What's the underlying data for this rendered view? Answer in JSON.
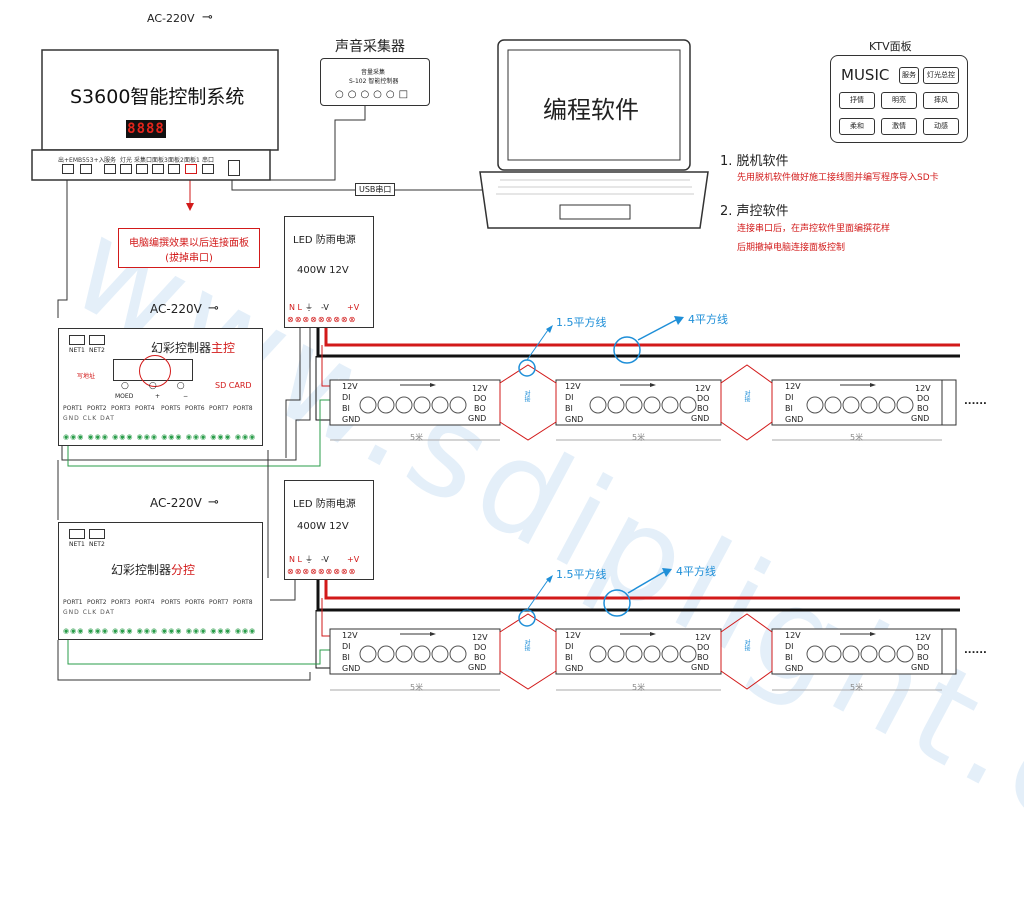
{
  "watermark": "www.sdiplight.cn",
  "main_system": {
    "power": "AC-220V",
    "title": "S3600智能控制系统",
    "display": "8888",
    "ports": [
      "出+EMB553+入",
      "服务",
      "灯光",
      "采集口",
      "面板3",
      "面板2",
      "面板1",
      "串口"
    ]
  },
  "sound": {
    "title": "声音采集器",
    "device_label": "音量采集",
    "device_model": "S-102 智能控制器"
  },
  "software": {
    "screen_text": "编程软件",
    "usb_label": "USB串口"
  },
  "ktv": {
    "title": "KTV面板",
    "music": "MUSIC",
    "buttons": [
      "服务",
      "灯光总控",
      "抒情",
      "明亮",
      "摔风",
      "柔和",
      "激情",
      "动感"
    ]
  },
  "notes": {
    "n1_title": "1. 脱机软件",
    "n1_text": "先用脱机软件做好施工接线图并编写程序导入SD卡",
    "n2_title": "2. 声控软件",
    "n2_text1": "连接串口后，在声控软件里面编撰花样",
    "n2_text2": "后期撤掉电脑连接面板控制"
  },
  "callout": {
    "line1": "电脑编撰效果以后连接面板",
    "line2": "(拔掉串口)"
  },
  "controller_main": {
    "power": "AC-220V",
    "title_prefix": "幻彩控制器",
    "title_suffix": "主控",
    "net1": "NET1",
    "net2": "NET2",
    "addr_label": "写地址",
    "moed": "MOED",
    "plus": "+",
    "minus": "−",
    "sdcard": "SD CARD"
  },
  "controller_sub": {
    "power": "AC-220V",
    "title_prefix": "幻彩控制器",
    "title_suffix": "分控",
    "net1": "NET1",
    "net2": "NET2"
  },
  "ports8": [
    "PORT1",
    "PORT2",
    "PORT3",
    "PORT4",
    "PORT5",
    "PORT6",
    "PORT7",
    "PORT8"
  ],
  "port_pins": [
    "GND",
    "CLK",
    "DAT"
  ],
  "psu": {
    "title": "LED 防雨电源",
    "spec": "400W  12V",
    "nl": "N L",
    "ground": "⏚",
    "neg": "-V",
    "pos": "+V"
  },
  "wires": {
    "thin": "1.5平方线",
    "thick": "4平方线"
  },
  "strip": {
    "pins": [
      "12V",
      "DI",
      "BI",
      "GND"
    ],
    "out_pins": [
      "12V",
      "DO",
      "BO",
      "GND"
    ],
    "joint": "对接",
    "length": "5米",
    "more": "......"
  }
}
